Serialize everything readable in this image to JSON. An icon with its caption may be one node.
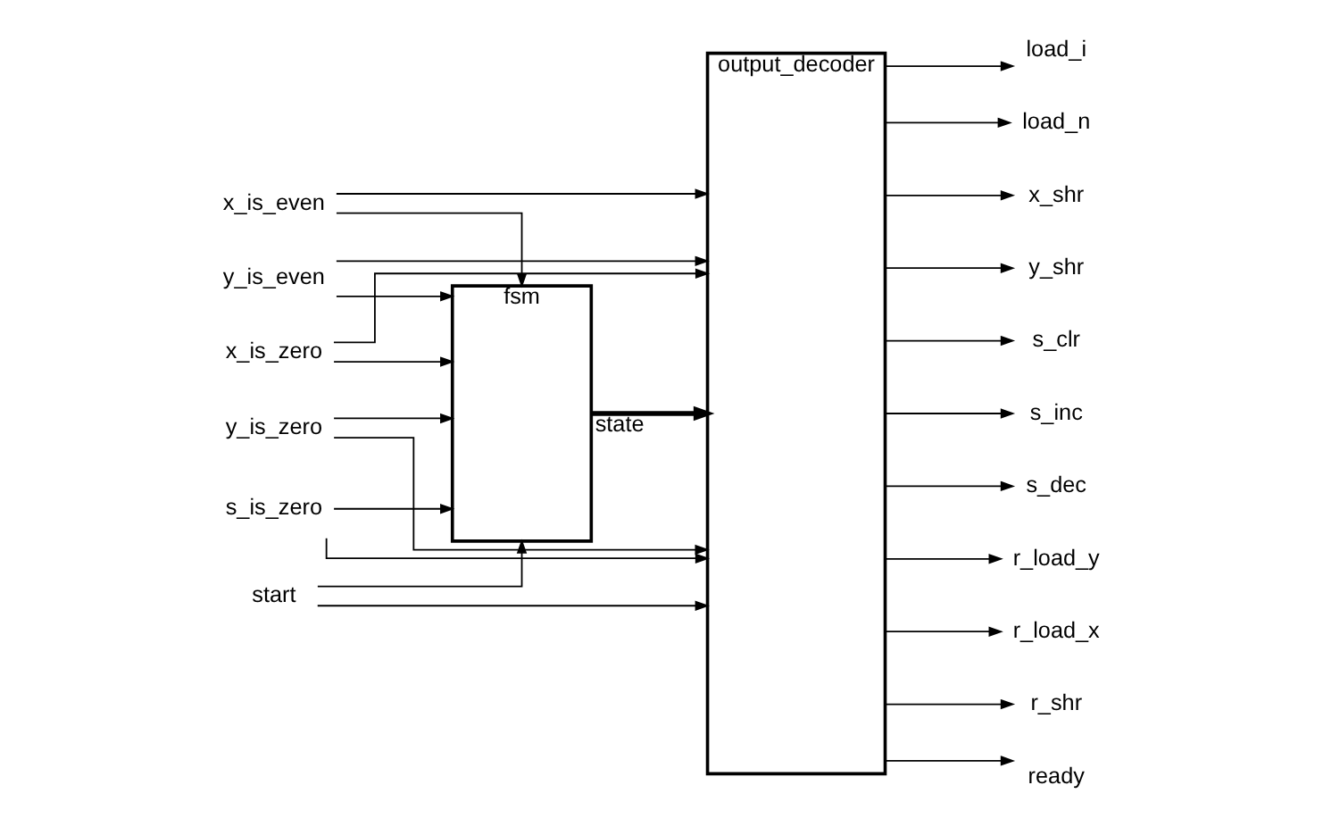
{
  "diagram": {
    "nodes": [
      {
        "text": [
          "x_is_even"
        ]
      },
      {
        "text": [
          "y_is_even"
        ]
      },
      {
        "text": [
          "x_is_zero"
        ]
      },
      {
        "text": [
          "y_is_zero"
        ]
      },
      {
        "text": [
          "s_is_zero"
        ]
      },
      {
        "text": [
          "fsm"
        ]
      },
      {
        "text": [
          "output_decoder"
        ]
      },
      {
        "text": [
          "start"
        ]
      },
      {
        "text": [
          "load_i"
        ]
      },
      {
        "text": [
          "load_n"
        ]
      },
      {
        "text": [
          "x_shr"
        ]
      },
      {
        "text": [
          "y_shr"
        ]
      },
      {
        "text": [
          "s_clr"
        ]
      },
      {
        "text": [
          "s_inc"
        ]
      },
      {
        "text": [
          "s_dec"
        ]
      },
      {
        "text": [
          "r_load_y"
        ]
      },
      {
        "text": [
          "r_load_x"
        ]
      },
      {
        "text": [
          "r_shr"
        ]
      },
      {
        "text": [
          "ready"
        ]
      }
    ],
    "edges": [
      {
        "from": 0,
        "to": 6,
        "arrow": "to"
      },
      {
        "from": 1,
        "to": 6,
        "arrow": "to"
      },
      {
        "from": 2,
        "to": 6,
        "arrow": "to"
      },
      {
        "from": 3,
        "to": 6,
        "arrow": "to"
      },
      {
        "from": 4,
        "to": 6,
        "arrow": "to"
      },
      {
        "from": 0,
        "to": 5,
        "arrow": "to"
      },
      {
        "from": 1,
        "to": 5,
        "arrow": "to"
      },
      {
        "from": 2,
        "to": 5,
        "arrow": "to"
      },
      {
        "from": 3,
        "to": 5,
        "arrow": "to"
      },
      {
        "from": 4,
        "to": 5,
        "arrow": "to"
      },
      {
        "from": 7,
        "to": 5,
        "arrow": "to"
      },
      {
        "from": 7,
        "to": 6,
        "arrow": "to"
      },
      {
        "from": 5,
        "to": 6,
        "arrow": "to",
        "label": "state",
        "style": "thick"
      },
      {
        "from": 6,
        "to": 8,
        "arrow": "to"
      },
      {
        "from": 6,
        "to": 9,
        "arrow": "to"
      },
      {
        "from": 6,
        "to": 10,
        "arrow": "to"
      },
      {
        "from": 6,
        "to": 11,
        "arrow": "to"
      },
      {
        "from": 6,
        "to": 12,
        "arrow": "to"
      },
      {
        "from": 6,
        "to": 13,
        "arrow": "to"
      },
      {
        "from": 6,
        "to": 14,
        "arrow": "to"
      },
      {
        "from": 6,
        "to": 15,
        "arrow": "to"
      },
      {
        "from": 6,
        "to": 16,
        "arrow": "to"
      },
      {
        "from": 6,
        "to": 17,
        "arrow": "to"
      },
      {
        "from": 6,
        "to": 18,
        "arrow": "to"
      }
    ]
  }
}
